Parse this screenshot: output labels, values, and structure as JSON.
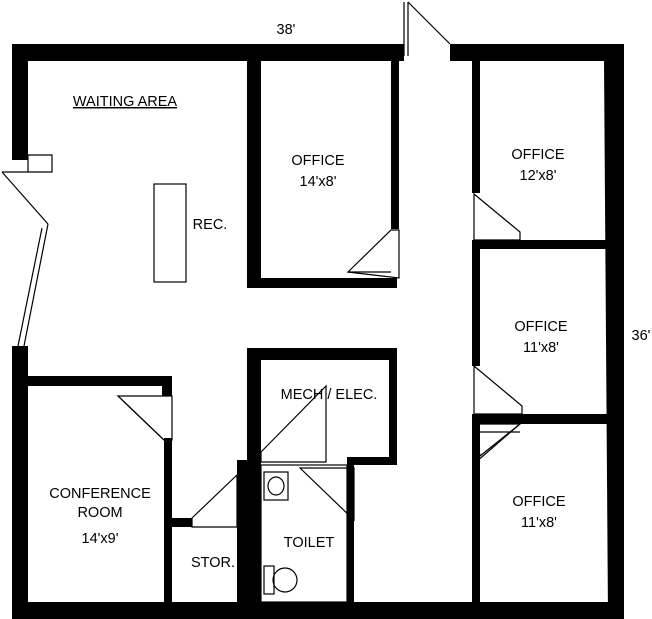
{
  "plan": {
    "dimensions": {
      "width": "38'",
      "height": "36'"
    },
    "rooms": {
      "waiting": {
        "name": "WAITING AREA"
      },
      "reception": {
        "name": "REC."
      },
      "office_a": {
        "name": "OFFICE",
        "size": "14'x8'"
      },
      "office_b": {
        "name": "OFFICE",
        "size": "12'x8'"
      },
      "office_c": {
        "name": "OFFICE",
        "size": "11'x8'"
      },
      "office_d": {
        "name": "OFFICE",
        "size": "11'x8'"
      },
      "mech": {
        "name": "MECH / ELEC."
      },
      "conference": {
        "name_line1": "CONFERENCE",
        "name_line2": "ROOM",
        "size": "14'x9'"
      },
      "storage": {
        "name": "STOR."
      },
      "toilet": {
        "name": "TOILET"
      }
    }
  }
}
